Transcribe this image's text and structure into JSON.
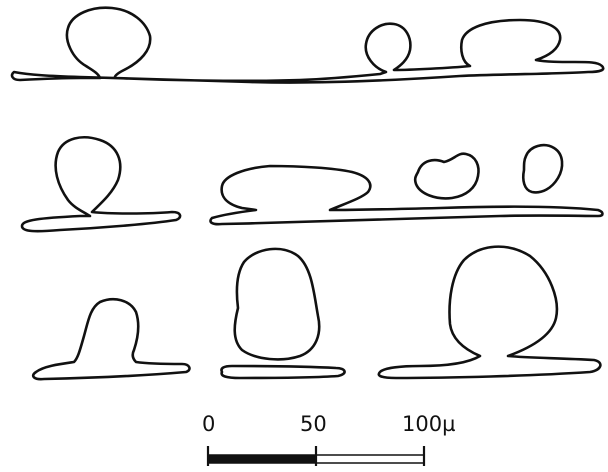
{
  "colors": {
    "ink": "#111111",
    "paper": "#ffffff",
    "bar_fill": "#111111"
  },
  "scale_bar": {
    "tick_labels": [
      "0",
      "50",
      "100µ"
    ],
    "segments": [
      {
        "from": 0,
        "to": 50,
        "fill": "solid"
      },
      {
        "from": 50,
        "to": 100,
        "fill": "open"
      }
    ]
  }
}
